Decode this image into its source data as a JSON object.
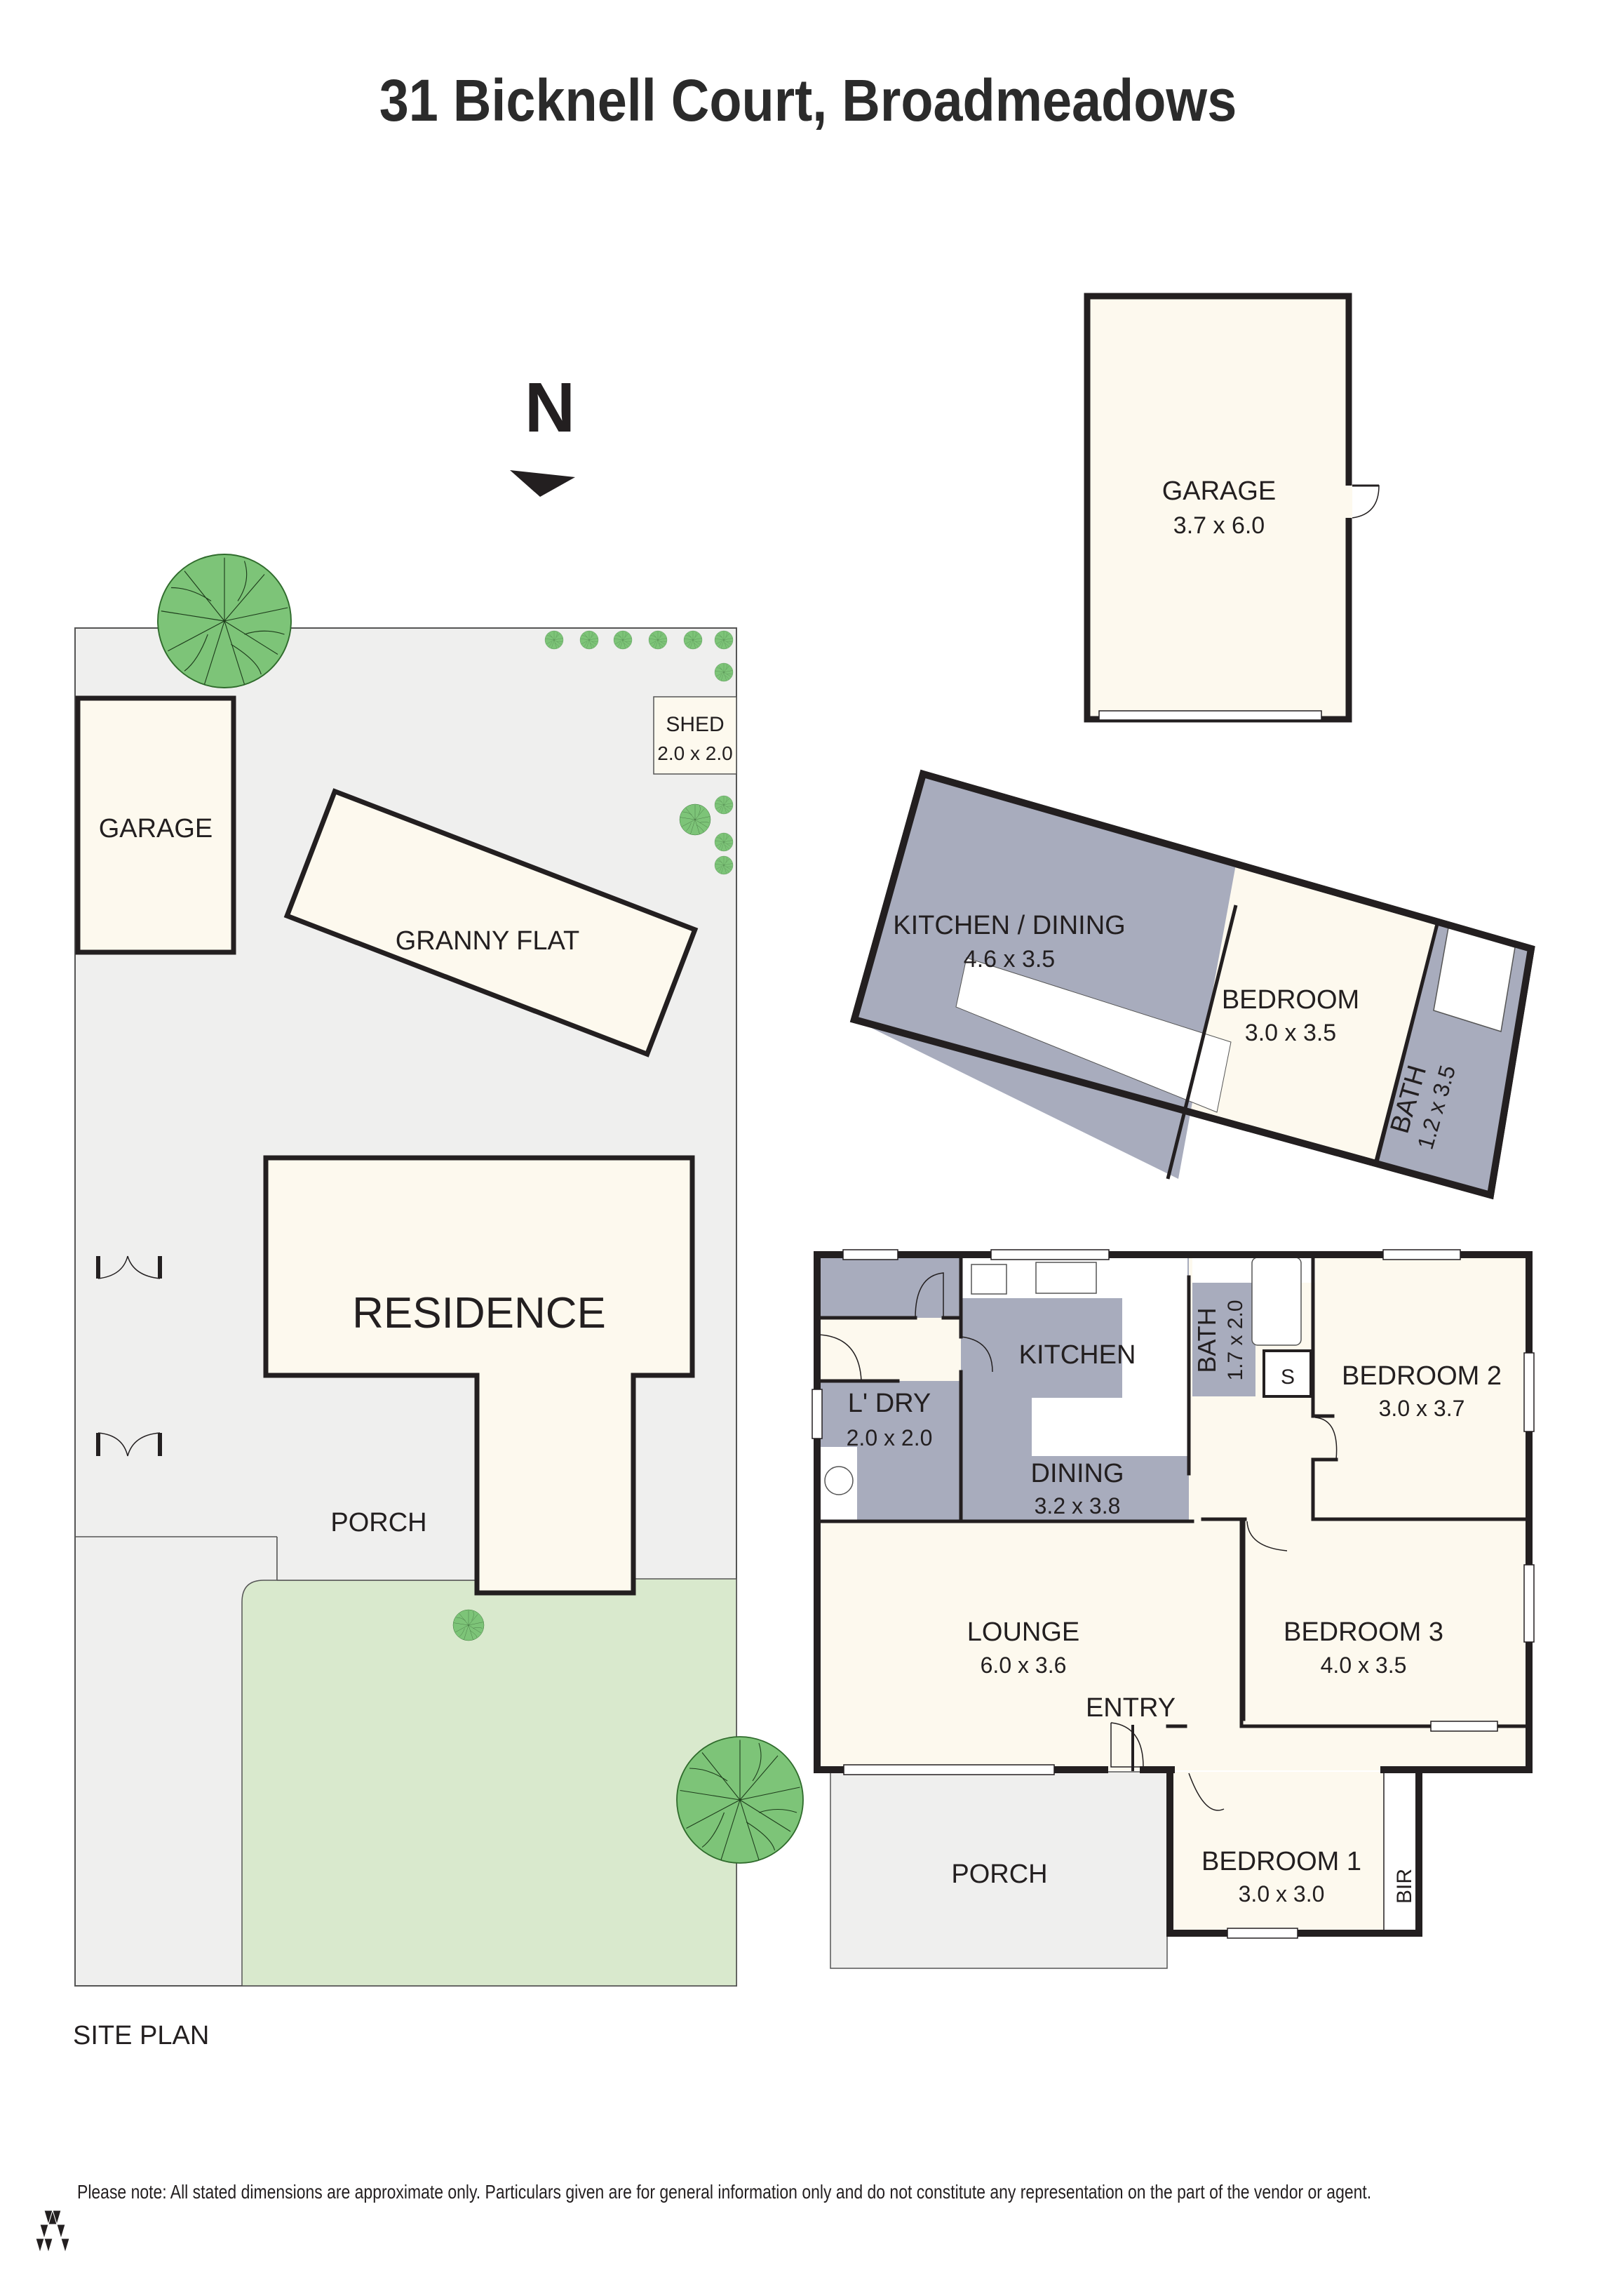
{
  "title": "31 Bicknell Court, Broadmeadows",
  "compass": {
    "label": "N",
    "icon": "north-arrow-icon"
  },
  "site_plan": {
    "caption": "SITE PLAN",
    "garage": "GARAGE",
    "granny_flat": "GRANNY FLAT",
    "shed": {
      "name": "SHED",
      "size": "2.0 x 2.0"
    },
    "residence": "RESIDENCE",
    "porch": "PORCH"
  },
  "detached_garage": {
    "name": "GARAGE",
    "size": "3.7 x 6.0"
  },
  "granny_flat_plan": {
    "kitchen_dining": {
      "name": "KITCHEN / DINING",
      "size": "4.6 x 3.5"
    },
    "bedroom": {
      "name": "BEDROOM",
      "size": "3.0 x 3.5"
    },
    "bath": {
      "name": "BATH",
      "size": "1.2 x 3.5"
    }
  },
  "residence_plan": {
    "laundry": {
      "name": "L' DRY",
      "size": "2.0 x 2.0"
    },
    "kitchen": {
      "name": "KITCHEN"
    },
    "dining": {
      "name": "DINING",
      "size": "3.2 x 3.8"
    },
    "bath": {
      "name": "BATH",
      "size": "1.7 x 2.0"
    },
    "storage": {
      "name": "S"
    },
    "bedroom2": {
      "name": "BEDROOM 2",
      "size": "3.0 x 3.7"
    },
    "lounge": {
      "name": "LOUNGE",
      "size": "6.0 x 3.6"
    },
    "entry": {
      "name": "ENTRY"
    },
    "bedroom3": {
      "name": "BEDROOM 3",
      "size": "4.0 x 3.5"
    },
    "porch": {
      "name": "PORCH"
    },
    "bedroom1": {
      "name": "BEDROOM 1",
      "size": "3.0 x 3.0"
    },
    "bir": {
      "name": "BIR"
    }
  },
  "disclaimer": "Please note: All stated dimensions are approximate only. Particulars given are for general information only and do not constitute any representation on the part of the vendor or agent.",
  "colors": {
    "wall": "#231f20",
    "room_fill": "#fdf9ee",
    "wet_area": "#a8acbd",
    "yard": "#efefee",
    "lawn": "#d9e9cd",
    "tree": "#7dc478"
  }
}
